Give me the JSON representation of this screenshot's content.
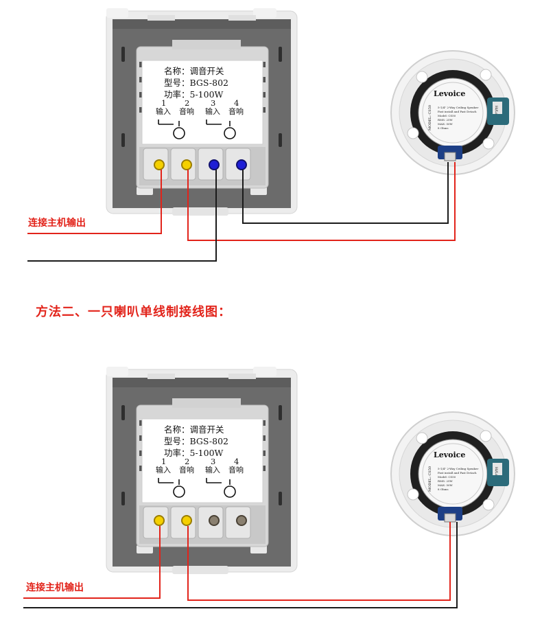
{
  "heading": "方法二、一只喇叭单线制接线图：",
  "host_label": "连接主机输出",
  "switch_label": {
    "name": "名称：调音开关",
    "model": "型号：BGS-802",
    "power": "功率：5-100W",
    "t1_num": "1",
    "t1_txt": "输入",
    "t2_num": "2",
    "t2_txt": "音响",
    "t3_num": "3",
    "t3_txt": "输入",
    "t4_num": "4",
    "t4_txt": "音响"
  },
  "speaker": {
    "brand": "Levoice",
    "model": "MODEL: CS50",
    "spec_lines": [
      "5-1/4\" 2-Way Ceiling Speaker",
      "Fast install and Fast Detach",
      "Model: CS50",
      "RMS: 25W",
      "MAX: 50W",
      "8 Ohms"
    ],
    "tag": "Hi/Lo"
  },
  "colors": {
    "wire_red": "#e2231a",
    "wire_black": "#1a1a1a",
    "terminal_yellow": "#f5d000",
    "terminal_blue": "#1f1fd6",
    "panel_gray": "#6b6b6b",
    "accent_red": "#e2231a"
  }
}
